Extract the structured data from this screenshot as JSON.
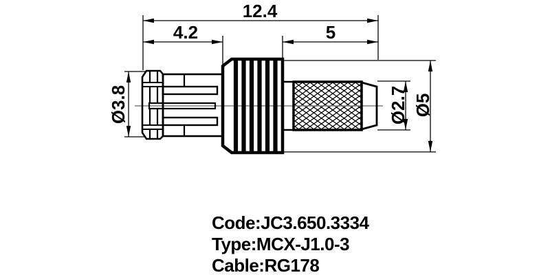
{
  "drawing": {
    "dim_overall_length": "12.4",
    "dim_plug_length": "4.2",
    "dim_crimp_length": "5",
    "dim_plug_diameter": "Ø3.8",
    "dim_ferrule_diameter": "Ø2.7",
    "dim_body_diameter": "Ø5"
  },
  "notes": {
    "code": "Code:JC3.650.3334",
    "type": "Type:MCX-J1.0-3",
    "cable": "Cable:RG178"
  },
  "colors": {
    "line": "#000000",
    "centerline": "#808080",
    "background": "#ffffff"
  }
}
